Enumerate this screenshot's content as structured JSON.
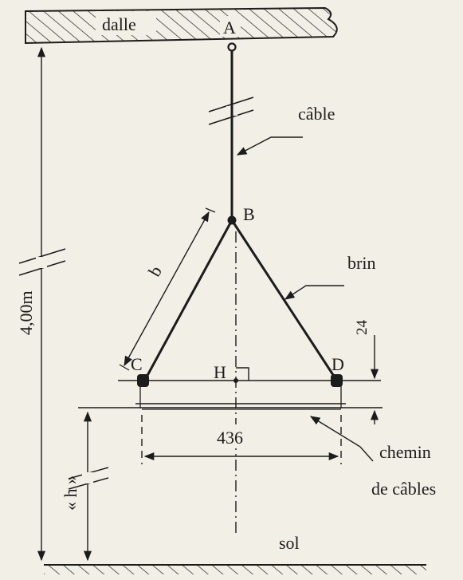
{
  "ceiling": {
    "label": "dalle",
    "point": "A"
  },
  "points": {
    "A": "A",
    "B": "B",
    "C": "C",
    "D": "D",
    "H": "H"
  },
  "labels": {
    "cable": "câble",
    "strand": "brin",
    "tray_line1": "chemin",
    "tray_line2": "de câbles",
    "floor": "sol",
    "side": "b",
    "height_total": "4,00m",
    "height_h": "« h »",
    "offset": "24",
    "width": "436"
  },
  "colors": {
    "ink": "#1c1c1c",
    "paper": "#f2efe6",
    "hatch": "#3a3a3a"
  }
}
